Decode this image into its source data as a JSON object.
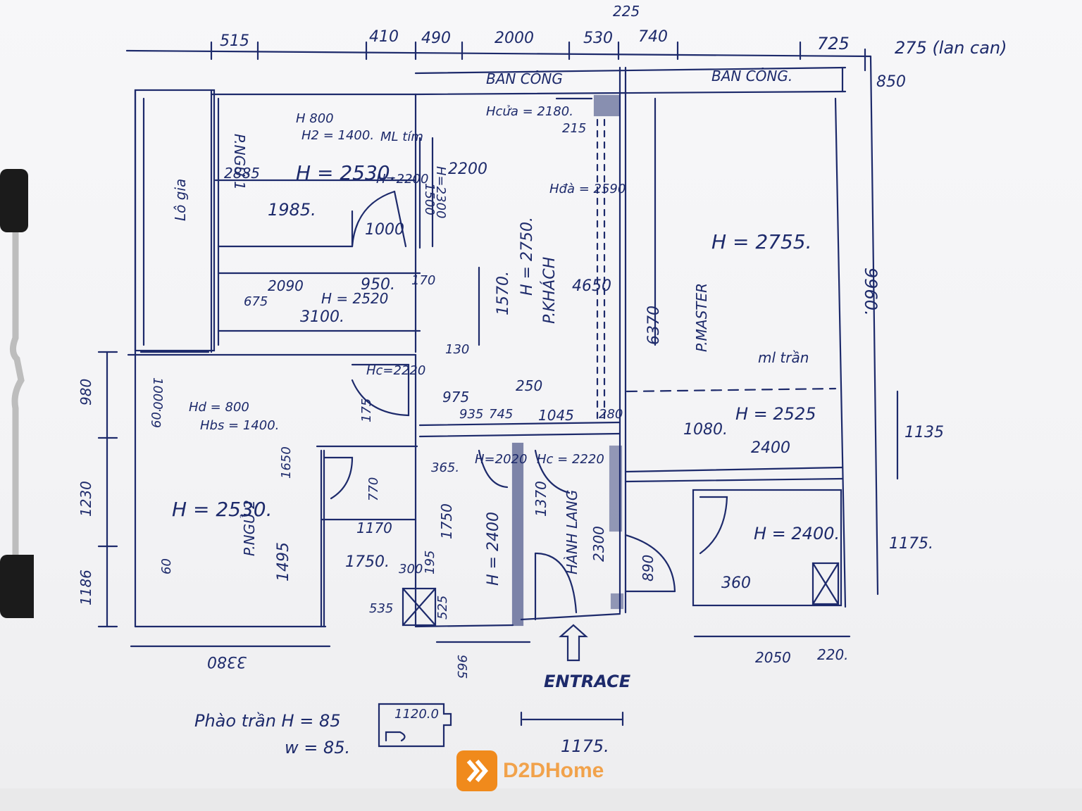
{
  "labels": {
    "top_dims": [
      "515",
      "410",
      "490",
      "2000",
      "530",
      "225",
      "740",
      "725"
    ],
    "lan_can": "275 (lan can)",
    "dim_850": "850",
    "ban_cong_1": "BAN CÔNG",
    "ban_cong_2": "BAN CÔNG.",
    "h_cua_2180": "Hcửa = 2180.",
    "d_215": "215",
    "p_ngu_1": "P.NGỦ 1",
    "h_800": "H 800",
    "h_1400": "H2 = 1400.",
    "ml_tim": "ML tím",
    "d_2885": "2885",
    "h_2530_top": "H = 2530.",
    "h_2200_small": "H=2200",
    "d_1500": "1500",
    "h_2300": "H=2300",
    "d_2200": "2200",
    "d_1985": "1985.",
    "d_1000": "1000",
    "lo_gia": "Lô gia",
    "h_da_2590": "Hđà = 2590",
    "h_2750": "H = 2750.",
    "h_2755": "H = 2755.",
    "d_2090": "2090",
    "d_950": "950.",
    "d_170": "170",
    "h_2520": "H = 2520",
    "d_675": "675",
    "d_3100": "3100.",
    "d_1570": "1570.",
    "p_khach": "P.KHÁCH",
    "d_4650": "4650",
    "d_6370": "6370",
    "p_master": "P.MASTER",
    "d_9960": "9960.",
    "d_130": "130",
    "hc_2220_a": "Hc=2220",
    "ml_tran": "ml trần",
    "d_980": "980",
    "d_1000_b": "1000",
    "d_60_a": "60.",
    "hd_800": "Hd = 800",
    "hbs_1400": "Hbs = 1400.",
    "d_975": "975",
    "d_250": "250",
    "d_935": "935",
    "d_745": "745",
    "d_1045": "1045",
    "d_280": "280",
    "d_1080": "1080.",
    "h_2525": "H = 2525",
    "d_2400": "2400",
    "d_1135": "1135",
    "d_175": "175",
    "d_1650": "1650",
    "d_365": "365.",
    "h_2020": "H=2020",
    "hc_2220_b": "Hc = 2220",
    "d_1230": "1230",
    "h_2530_bottom": "H = 2530.",
    "p_ngu_2": "P.NGỦ 2",
    "d_1495": "1495",
    "d_1170": "1170",
    "d_770": "770",
    "d_1750_v": "1750",
    "d_1370": "1370",
    "h_2400_v": "H = 2400",
    "hanh_lang": "HÀNH LANG",
    "d_2300": "2300",
    "h_2400": "H = 2400.",
    "d_1175_r": "1175.",
    "d_1186": "1186",
    "d_60_b": "60",
    "d_1750_h": "1750.",
    "d_300": "300",
    "d_195": "195",
    "d_535": "535",
    "d_525": "525",
    "d_890": "890",
    "d_360": "360",
    "d_3380": "3380",
    "d_965": "965",
    "entrace": "ENTRACE",
    "d_2050": "2050",
    "d_220": "220.",
    "phao_tran": "Phào trần H = 85",
    "w_85": "w = 85.",
    "d_1120": "1120.0",
    "d_1175_b": "1175."
  },
  "watermark": {
    "brand": "D2DHome",
    "accent": "#f08a1c"
  },
  "colors": {
    "ink": "#1d2a6b",
    "paper": "#f4f4f6"
  }
}
